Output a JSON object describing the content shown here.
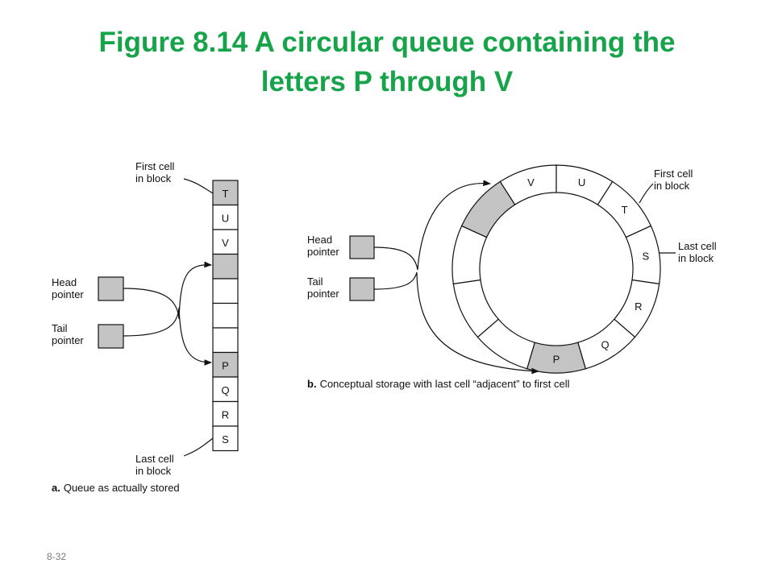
{
  "title": {
    "line1": "Figure 8.14  A circular queue containing the",
    "line2": "letters P through V"
  },
  "slide_number": "8-32",
  "colors": {
    "title": "#17a34a",
    "shaded_cell": "#c4c4c4",
    "stroke": "#111111"
  },
  "linear": {
    "cells": [
      {
        "letter": "T",
        "shaded": true
      },
      {
        "letter": "U",
        "shaded": false
      },
      {
        "letter": "V",
        "shaded": false
      },
      {
        "letter": "",
        "shaded": true
      },
      {
        "letter": "",
        "shaded": false
      },
      {
        "letter": "",
        "shaded": false
      },
      {
        "letter": "",
        "shaded": false
      },
      {
        "letter": "P",
        "shaded": true
      },
      {
        "letter": "Q",
        "shaded": false
      },
      {
        "letter": "R",
        "shaded": false
      },
      {
        "letter": "S",
        "shaded": false
      }
    ],
    "first_cell_label": [
      "First cell",
      "in block"
    ],
    "last_cell_label": [
      "Last cell",
      "in block"
    ],
    "head_label": [
      "Head",
      "pointer"
    ],
    "tail_label": [
      "Tail",
      "pointer"
    ],
    "caption_letter": "a.",
    "caption_text": "Queue as actually stored"
  },
  "circular": {
    "segments": [
      {
        "letter": "V",
        "shaded": false
      },
      {
        "letter": "U",
        "shaded": false
      },
      {
        "letter": "T",
        "shaded": false
      },
      {
        "letter": "S",
        "shaded": false
      },
      {
        "letter": "R",
        "shaded": false
      },
      {
        "letter": "Q",
        "shaded": false
      },
      {
        "letter": "P",
        "shaded": true
      },
      {
        "letter": "",
        "shaded": false
      },
      {
        "letter": "",
        "shaded": false
      },
      {
        "letter": "",
        "shaded": false
      },
      {
        "letter": "",
        "shaded": true
      }
    ],
    "first_cell_label": [
      "First cell",
      "in block"
    ],
    "last_cell_label": [
      "Last cell",
      "in block"
    ],
    "head_label": [
      "Head",
      "pointer"
    ],
    "tail_label": [
      "Tail",
      "pointer"
    ],
    "caption_letter": "b.",
    "caption_text": "Conceptual storage with last cell “adjacent” to first cell"
  }
}
